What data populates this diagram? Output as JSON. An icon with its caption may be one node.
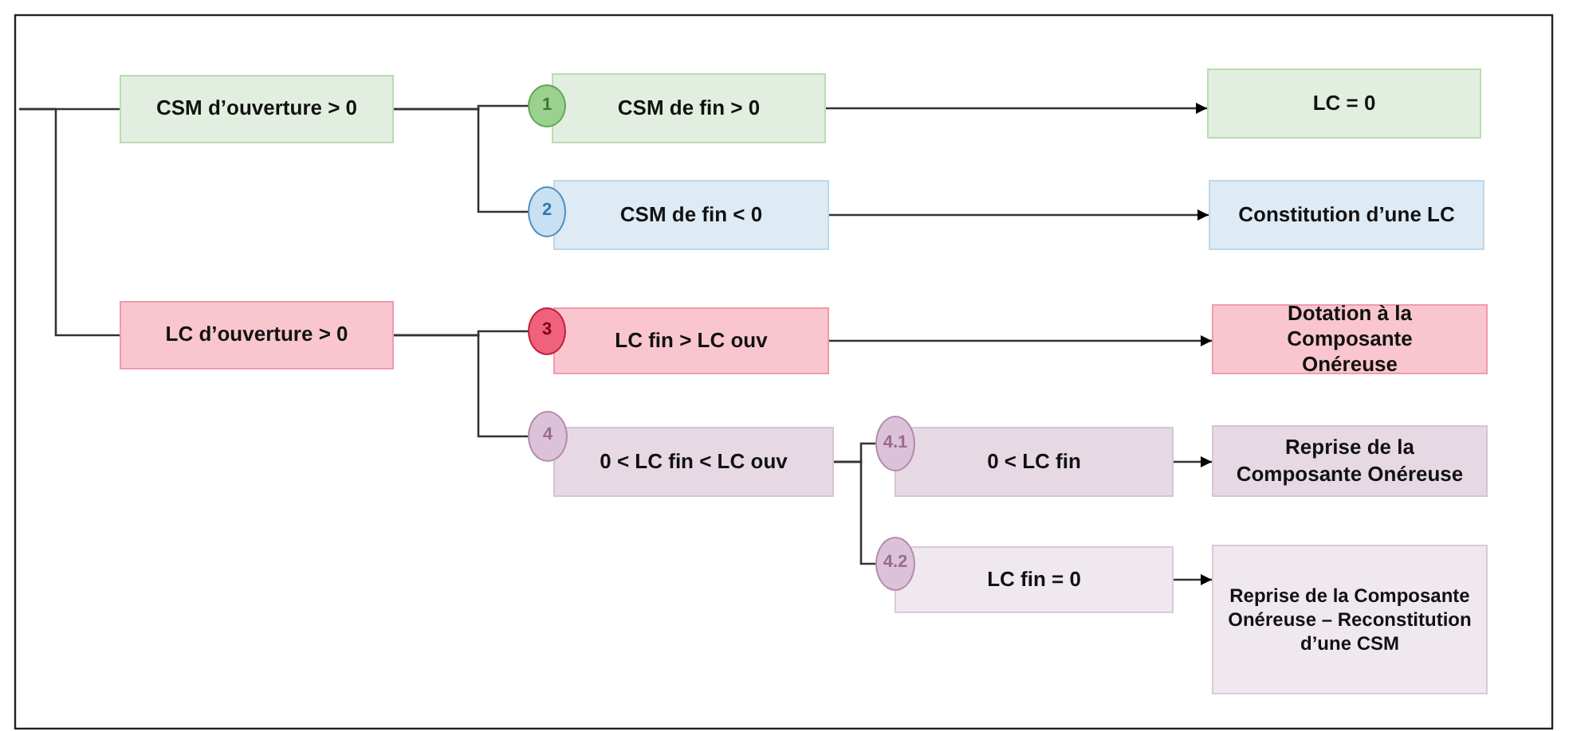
{
  "diagram": {
    "nodes": [
      {
        "text": [
          "CSM d’ouverture > 0"
        ]
      },
      {
        "text": [
          "1"
        ]
      },
      {
        "text": [
          "CSM de fin > 0"
        ]
      },
      {
        "text": [
          "LC = 0"
        ]
      },
      {
        "text": [
          "2"
        ]
      },
      {
        "text": [
          "CSM de fin < 0"
        ]
      },
      {
        "text": [
          "Constitution d’une LC"
        ]
      },
      {
        "text": [
          "LC d’ouverture > 0"
        ]
      },
      {
        "text": [
          "3"
        ]
      },
      {
        "text": [
          "LC fin > LC ouv"
        ]
      },
      {
        "text": [
          "Dotation à la Composante Onéreuse"
        ]
      },
      {
        "text": [
          "4"
        ]
      },
      {
        "text": [
          "0 < LC fin < LC ouv"
        ]
      },
      {
        "text": [
          "4.1"
        ]
      },
      {
        "text": [
          "0 < LC fin"
        ]
      },
      {
        "text": [
          "Reprise de la Composante Onéreuse"
        ]
      },
      {
        "text": [
          "4.2"
        ]
      },
      {
        "text": [
          "LC fin = 0"
        ]
      },
      {
        "text": [
          "Reprise de la Composante Onéreuse – Reconstitution d’une CSM"
        ]
      }
    ],
    "edges": [
      {
        "from": null,
        "to": 0,
        "arrow": "none"
      },
      {
        "from": null,
        "to": 7,
        "arrow": "none"
      },
      {
        "from": 0,
        "to": 1,
        "arrow": "none"
      },
      {
        "from": 0,
        "to": 4,
        "arrow": "none"
      },
      {
        "from": 2,
        "to": 3,
        "arrow": "to"
      },
      {
        "from": 5,
        "to": 6,
        "arrow": "to"
      },
      {
        "from": 7,
        "to": 8,
        "arrow": "none"
      },
      {
        "from": 7,
        "to": 11,
        "arrow": "none"
      },
      {
        "from": 9,
        "to": 10,
        "arrow": "to"
      },
      {
        "from": 12,
        "to": 13,
        "arrow": "none"
      },
      {
        "from": 12,
        "to": 16,
        "arrow": "none"
      },
      {
        "from": 14,
        "to": 15,
        "arrow": "to"
      },
      {
        "from": 17,
        "to": 18,
        "arrow": "to"
      }
    ]
  }
}
